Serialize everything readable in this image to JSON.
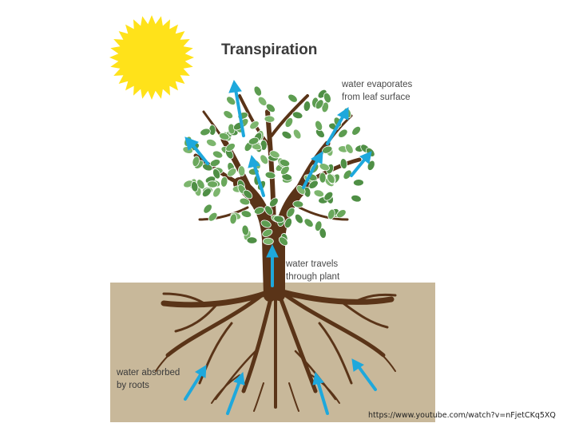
{
  "title": "Transpiration",
  "labels": {
    "evaporates": [
      "water evaporates",
      "from leaf surface"
    ],
    "travels": [
      "water travels",
      "through plant"
    ],
    "absorbed": [
      "water absorbed",
      "by roots"
    ]
  },
  "source": "https://www.youtube.com/watch?v=nFjetCKq5XQ",
  "colors": {
    "sun": "#ffe21a",
    "soil": "#c8b89a",
    "trunk": "#5a3418",
    "leaf": "#4f8f45",
    "leaf_light": "#7db66e",
    "arrow": "#1ea8dc"
  }
}
